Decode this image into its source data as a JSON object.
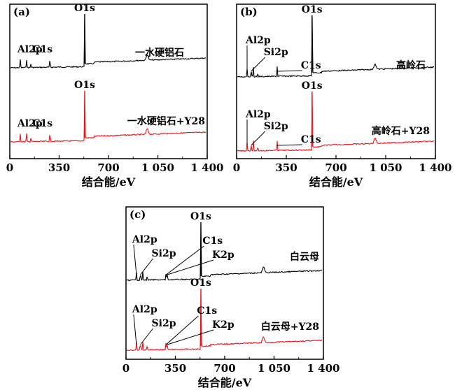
{
  "chart_data": [
    {
      "type": "line",
      "panel_label": "(a)",
      "xlabel": "结合能/eV",
      "ylabel": "",
      "xlim": [
        0,
        1400
      ],
      "xticks": [
        0,
        350,
        700,
        1050,
        1400
      ],
      "xtick_labels": [
        "0",
        "350",
        "700",
        "1 050",
        "1 400"
      ],
      "grid": false,
      "series": [
        {
          "name": "一水硬铝石",
          "color": "#000000",
          "peaks": [
            {
              "label": "Al2p",
              "x": 74
            },
            {
              "label": "C1s",
              "x": 285
            },
            {
              "label": "O1s",
              "x": 531
            }
          ]
        },
        {
          "name": "一水硬铝石+Y28",
          "color": "#e8141b",
          "peaks": [
            {
              "label": "Al2p",
              "x": 74
            },
            {
              "label": "C1s",
              "x": 285
            },
            {
              "label": "O1s",
              "x": 531
            }
          ]
        }
      ]
    },
    {
      "type": "line",
      "panel_label": "(b)",
      "xlabel": "结合能/eV",
      "ylabel": "",
      "xlim": [
        0,
        1400
      ],
      "xticks": [
        0,
        350,
        700,
        1050,
        1400
      ],
      "xtick_labels": [
        "0",
        "350",
        "700",
        "1 050",
        "1 400"
      ],
      "grid": false,
      "series": [
        {
          "name": "高岭石",
          "color": "#000000",
          "peaks": [
            {
              "label": "Al2p",
              "x": 74
            },
            {
              "label": "Si2p",
              "x": 102
            },
            {
              "label": "C1s",
              "x": 285
            },
            {
              "label": "O1s",
              "x": 531
            }
          ]
        },
        {
          "name": "高岭石+Y28",
          "color": "#e8141b",
          "peaks": [
            {
              "label": "Al2p",
              "x": 74
            },
            {
              "label": "Si2p",
              "x": 102
            },
            {
              "label": "C1s",
              "x": 285
            },
            {
              "label": "O1s",
              "x": 531
            }
          ]
        }
      ]
    },
    {
      "type": "line",
      "panel_label": "(c)",
      "xlabel": "结合能/eV",
      "ylabel": "",
      "xlim": [
        0,
        1400
      ],
      "xticks": [
        0,
        350,
        700,
        1050,
        1400
      ],
      "xtick_labels": [
        "0",
        "350",
        "700",
        "1 050",
        "1 400"
      ],
      "grid": false,
      "series": [
        {
          "name": "白云母",
          "color": "#000000",
          "peaks": [
            {
              "label": "Al2p",
              "x": 74
            },
            {
              "label": "Si2p",
              "x": 102
            },
            {
              "label": "C1s",
              "x": 285
            },
            {
              "label": "K2p",
              "x": 293
            },
            {
              "label": "O1s",
              "x": 531
            }
          ]
        },
        {
          "name": "白云母+Y28",
          "color": "#e8141b",
          "peaks": [
            {
              "label": "Al2p",
              "x": 74
            },
            {
              "label": "Si2p",
              "x": 102
            },
            {
              "label": "C1s",
              "x": 285
            },
            {
              "label": "K2p",
              "x": 293
            },
            {
              "label": "O1s",
              "x": 531
            }
          ]
        }
      ]
    }
  ]
}
